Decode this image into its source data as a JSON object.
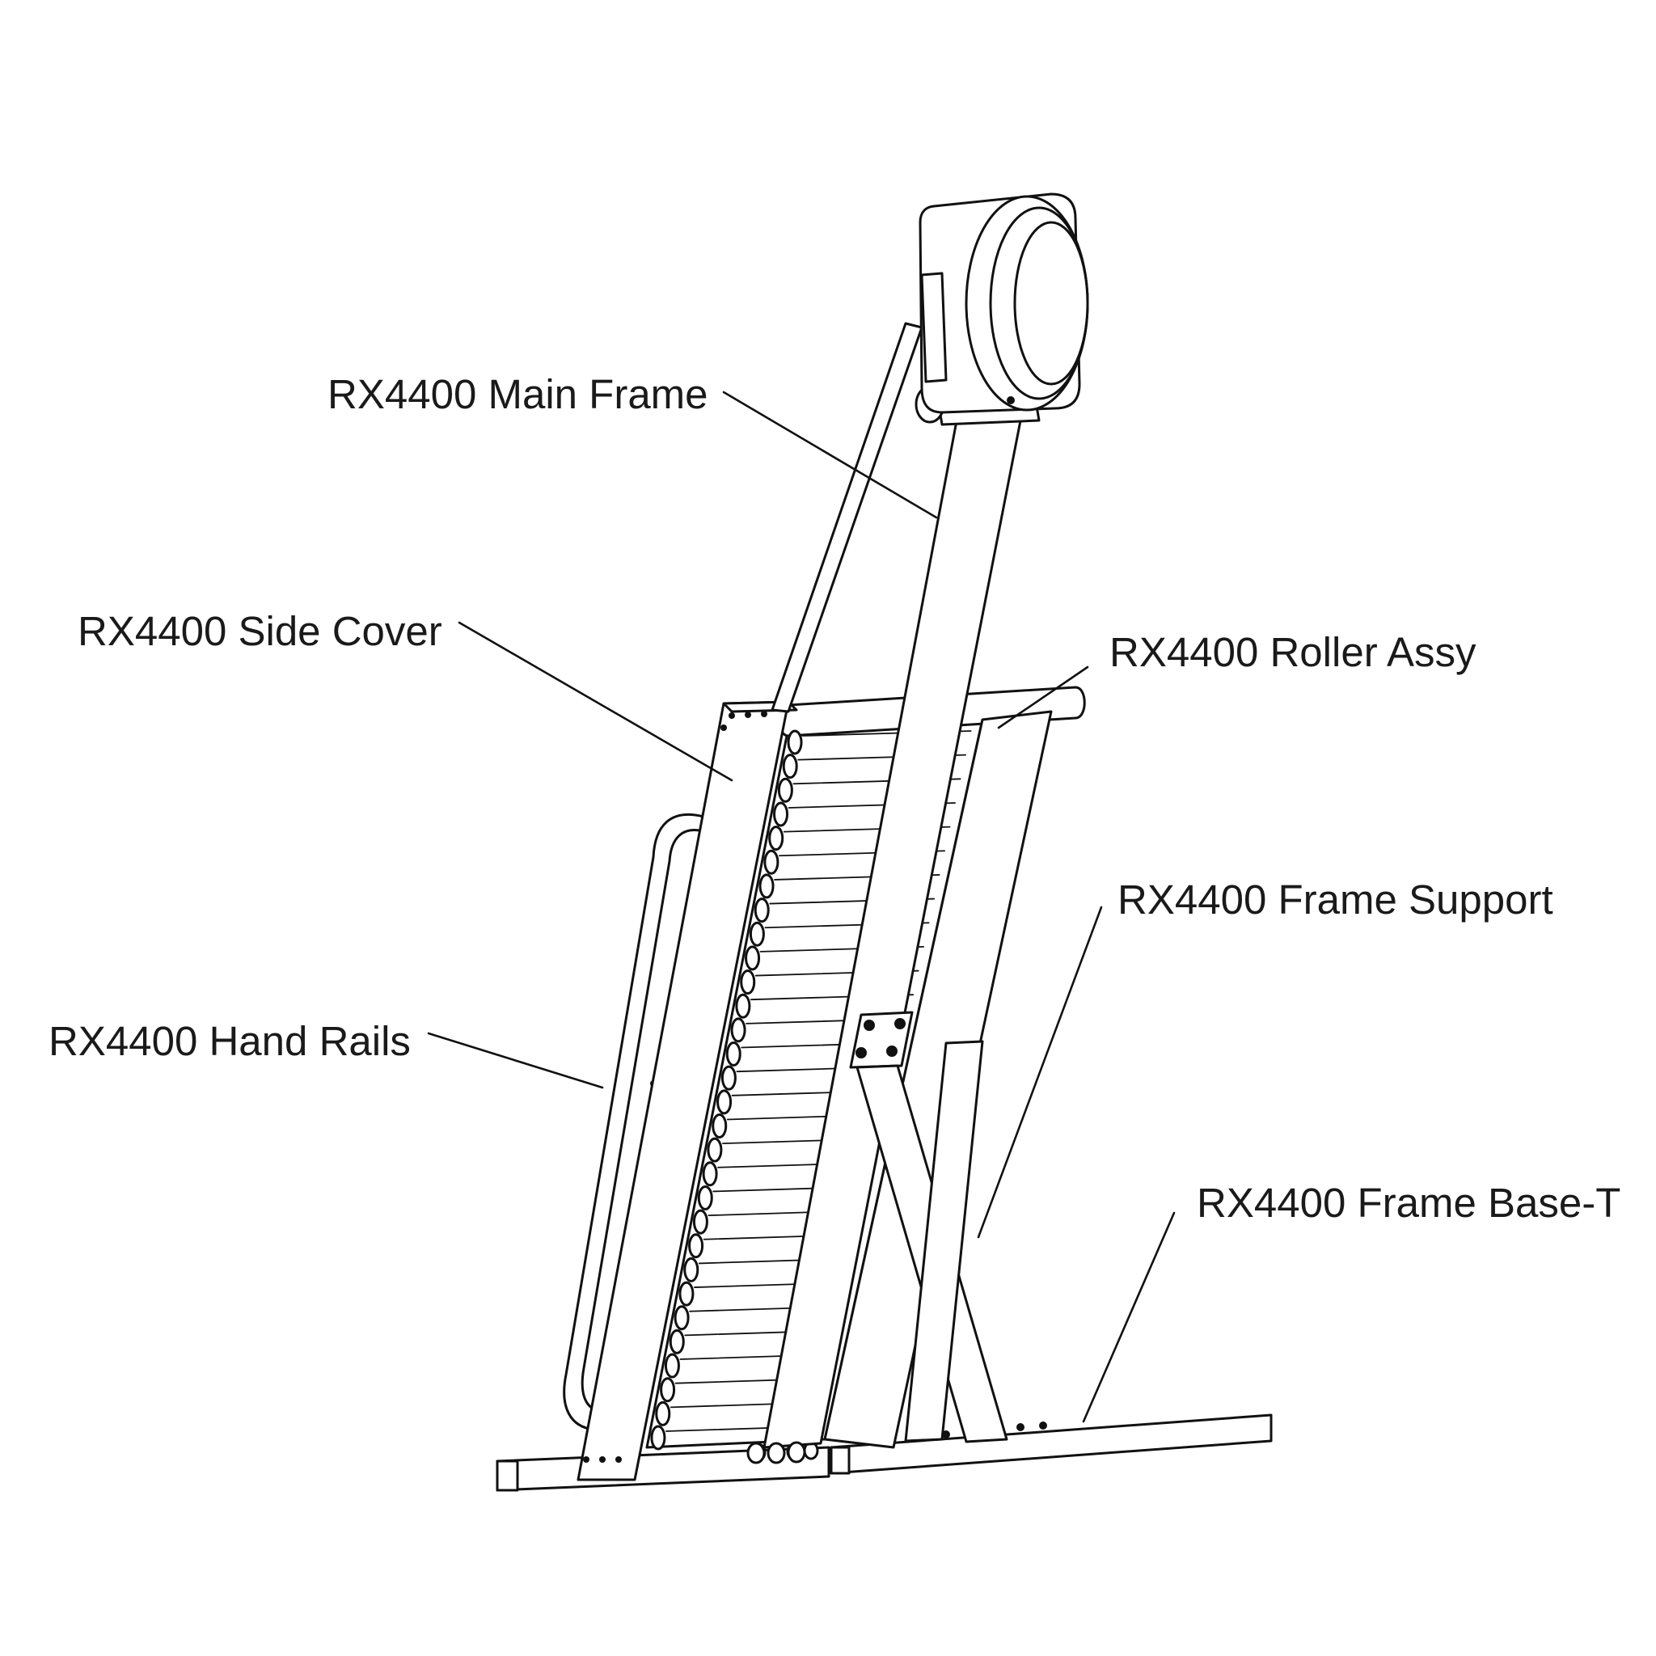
{
  "diagram": {
    "title": "",
    "callouts": [
      {
        "id": "main-frame",
        "text": "RX4400 Main Frame"
      },
      {
        "id": "side-cover",
        "text": "RX4400 Side Cover"
      },
      {
        "id": "roller-assy",
        "text": "RX4400 Roller Assy"
      },
      {
        "id": "frame-support",
        "text": "RX4400 Frame Support"
      },
      {
        "id": "hand-rails",
        "text": "RX4400 Hand Rails"
      },
      {
        "id": "frame-base",
        "text": "RX4400 Frame Base-T"
      }
    ]
  },
  "colors": {
    "ink": "#111111",
    "background": "#ffffff",
    "label": "#1a1a1a"
  }
}
